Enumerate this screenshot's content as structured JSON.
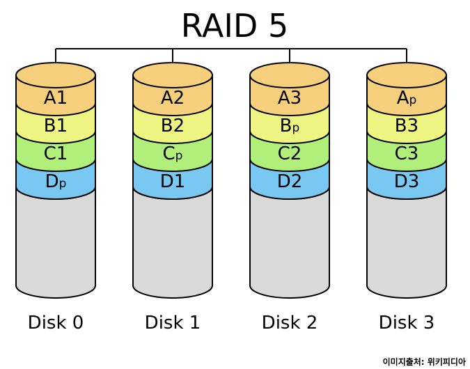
{
  "title": "RAID 5",
  "colors": {
    "A": "#f5cf7c",
    "B": "#eef582",
    "C": "#b0f07a",
    "D": "#78c8f2",
    "empty": "#d9d9d9",
    "stroke": "#000000"
  },
  "rows": [
    "A",
    "B",
    "C",
    "D"
  ],
  "disks": [
    {
      "label": "Disk 0",
      "blocks": [
        {
          "row": "A",
          "main": "A",
          "sub": "1",
          "parity": false
        },
        {
          "row": "B",
          "main": "B",
          "sub": "1",
          "parity": false
        },
        {
          "row": "C",
          "main": "C",
          "sub": "1",
          "parity": false
        },
        {
          "row": "D",
          "main": "D",
          "sub": "p",
          "parity": true
        }
      ]
    },
    {
      "label": "Disk 1",
      "blocks": [
        {
          "row": "A",
          "main": "A",
          "sub": "2",
          "parity": false
        },
        {
          "row": "B",
          "main": "B",
          "sub": "2",
          "parity": false
        },
        {
          "row": "C",
          "main": "C",
          "sub": "p",
          "parity": true
        },
        {
          "row": "D",
          "main": "D",
          "sub": "1",
          "parity": false
        }
      ]
    },
    {
      "label": "Disk 2",
      "blocks": [
        {
          "row": "A",
          "main": "A",
          "sub": "3",
          "parity": false
        },
        {
          "row": "B",
          "main": "B",
          "sub": "p",
          "parity": true
        },
        {
          "row": "C",
          "main": "C",
          "sub": "2",
          "parity": false
        },
        {
          "row": "D",
          "main": "D",
          "sub": "2",
          "parity": false
        }
      ]
    },
    {
      "label": "Disk 3",
      "blocks": [
        {
          "row": "A",
          "main": "A",
          "sub": "p",
          "parity": true
        },
        {
          "row": "B",
          "main": "B",
          "sub": "3",
          "parity": false
        },
        {
          "row": "C",
          "main": "C",
          "sub": "3",
          "parity": false
        },
        {
          "row": "D",
          "main": "D",
          "sub": "3",
          "parity": false
        }
      ]
    }
  ],
  "credit": "이미지출처: 위키피디아"
}
